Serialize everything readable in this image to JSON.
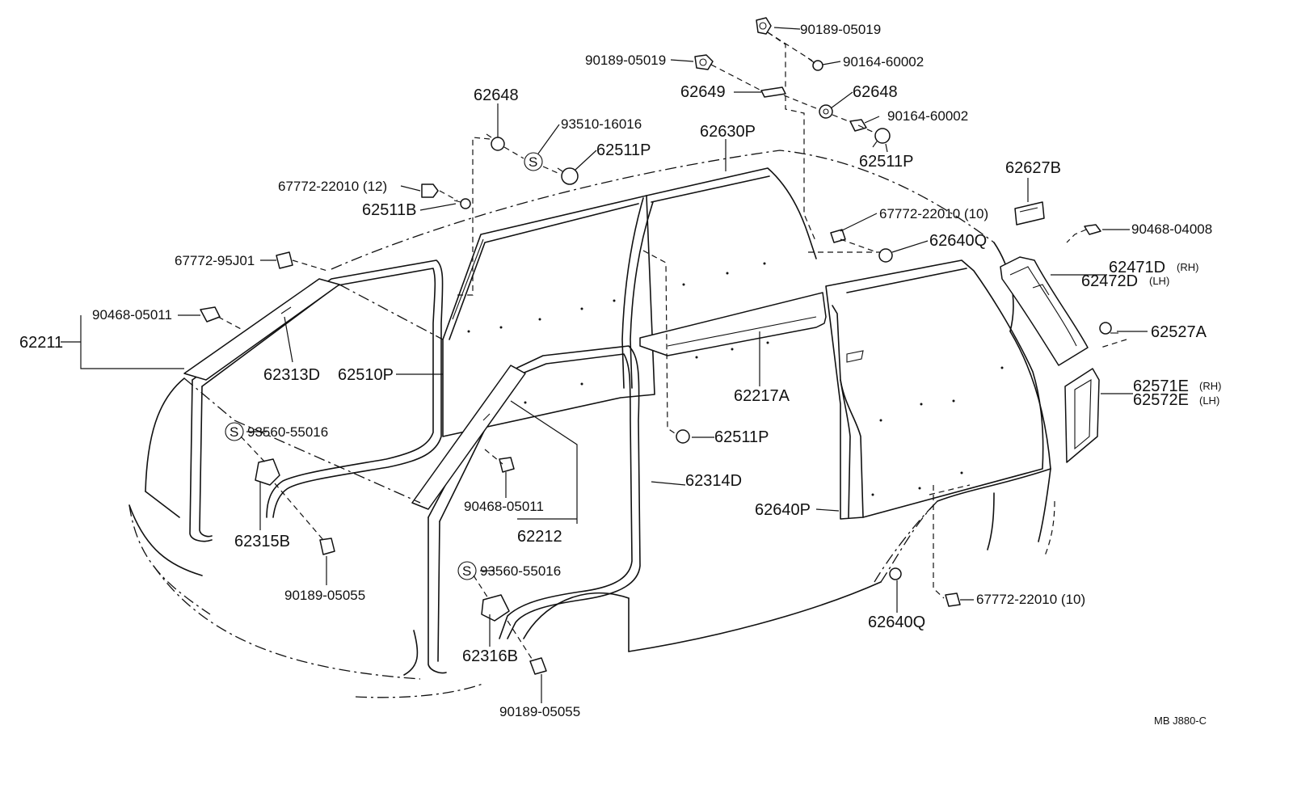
{
  "labels": {
    "p_90189_05019_a": "90189-05019",
    "p_90189_05019_b": "90189-05019",
    "p_90164_60002_a": "90164-60002",
    "p_62649": "62649",
    "p_62648_a": "62648",
    "p_62648_b": "62648",
    "p_90164_60002_b": "90164-60002",
    "p_93510_16016": "93510-16016",
    "p_62511P_a": "62511P",
    "p_62511P_b": "62511P",
    "p_62511P_c": "62511P",
    "p_62630P": "62630P",
    "p_62627B": "62627B",
    "p_67772_22010_12": "67772-22010 (12)",
    "p_62511B": "62511B",
    "p_67772_22010_10_a": "67772-22010 (10)",
    "p_62640Q_a": "62640Q",
    "p_90468_04008": "90468-04008",
    "p_67772_95J01": "67772-95J01",
    "p_62471D": "62471D",
    "p_62471D_side": "(RH)",
    "p_62472D": "62472D",
    "p_62472D_side": "(LH)",
    "p_90468_05011_a": "90468-05011",
    "p_62211": "62211",
    "p_62527A": "62527A",
    "p_62313D": "62313D",
    "p_62510P": "62510P",
    "p_62217A": "62217A",
    "p_62571E": "62571E",
    "p_62571E_side": "(RH)",
    "p_62572E": "62572E",
    "p_62572E_side": "(LH)",
    "p_93560_55016_a": "93560-55016",
    "p_62314D": "62314D",
    "p_90468_05011_b": "90468-05011",
    "p_62640P": "62640P",
    "p_62212": "62212",
    "p_62315B": "62315B",
    "p_90189_05055_a": "90189-05055",
    "p_93560_55016_b": "93560-55016",
    "p_67772_22010_10_b": "67772-22010 (10)",
    "p_62640Q_b": "62640Q",
    "p_62316B": "62316B",
    "p_90189_05055_b": "90189-05055",
    "ref_code": "MB  J880-C",
    "s_mark": "S"
  }
}
